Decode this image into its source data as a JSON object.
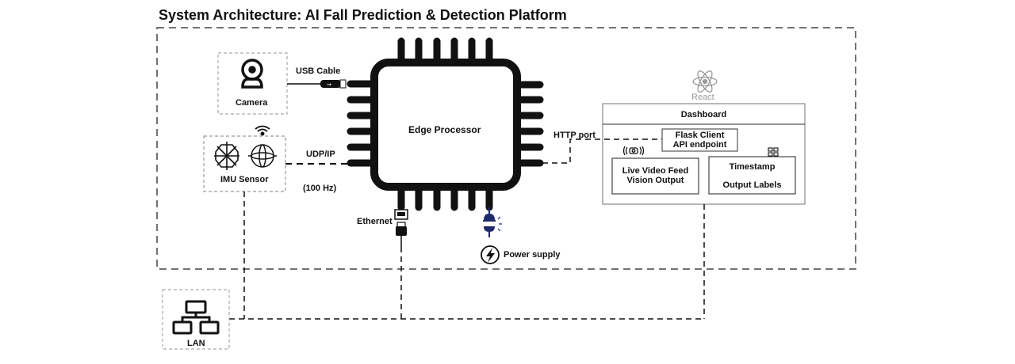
{
  "title": "System Architecture: AI Fall Prediction & Detection Platform",
  "colors": {
    "line": "#111111",
    "dash_gray": "#555555",
    "power_plug": "#1f2a6b",
    "react_gray": "#9a9a9a"
  },
  "nodes": {
    "camera": {
      "label": "Camera",
      "icon": "webcam-icon"
    },
    "imu": {
      "label": "IMU Sensor",
      "icons": [
        "accelerometer-arrows-icon",
        "gyroscope-icon",
        "wifi-icon"
      ]
    },
    "processor": {
      "label": "Edge Processor",
      "icon": "chip-icon"
    },
    "lan": {
      "label": "LAN",
      "icon": "network-topology-icon"
    },
    "dashboard": {
      "framework": "React",
      "header": "Dashboard",
      "api_box": {
        "line1": "Flask Client",
        "line2": "API endpoint"
      },
      "video_box": {
        "line1": "Live Video Feed",
        "line2": "Vision Output",
        "icon": "camera-broadcast-icon"
      },
      "labels_box": {
        "line1": "Timestamp",
        "line2": "Output Labels",
        "icon": "grid-icon"
      }
    }
  },
  "connections": {
    "usb": "USB Cable",
    "udp": "UDP/IP",
    "udp_rate": "(100 Hz)",
    "http": "HTTP port",
    "ethernet": "Ethernet",
    "power": "Power supply"
  }
}
